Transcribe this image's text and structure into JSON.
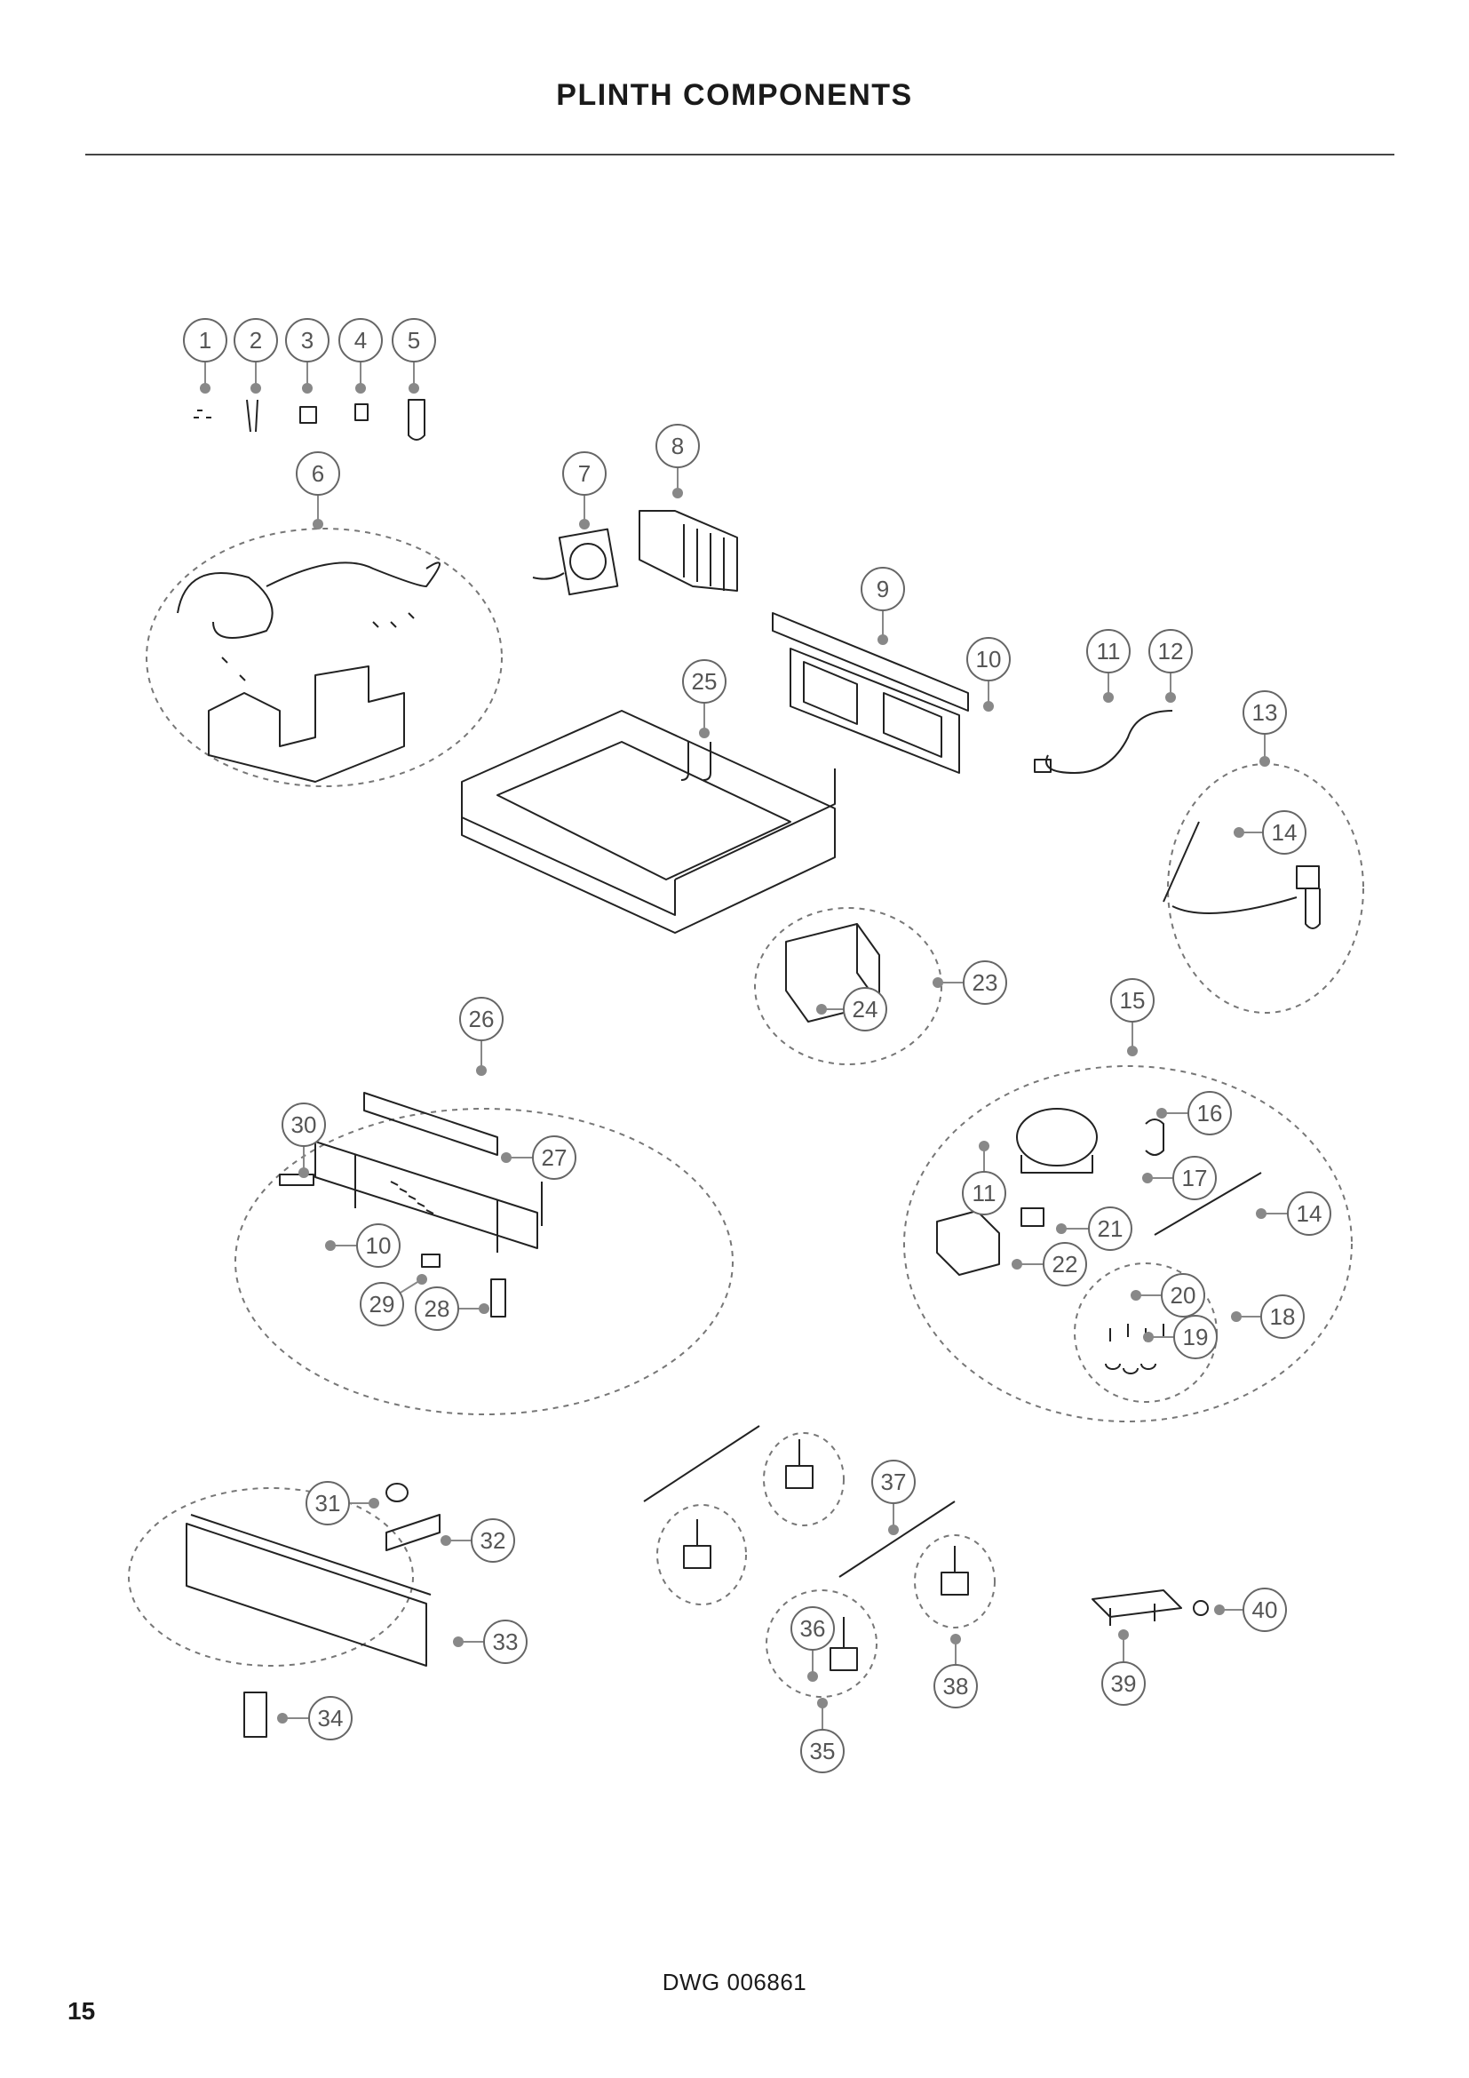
{
  "header": {
    "title": "PLINTH COMPONENTS"
  },
  "footer": {
    "drawing_number": "DWG 006861",
    "page_number": "15"
  },
  "callouts": [
    {
      "label": "1"
    },
    {
      "label": "2"
    },
    {
      "label": "3"
    },
    {
      "label": "4"
    },
    {
      "label": "5"
    },
    {
      "label": "6"
    },
    {
      "label": "7"
    },
    {
      "label": "8"
    },
    {
      "label": "9"
    },
    {
      "label": "10"
    },
    {
      "label": "11"
    },
    {
      "label": "12"
    },
    {
      "label": "13"
    },
    {
      "label": "14"
    },
    {
      "label": "25"
    },
    {
      "label": "23"
    },
    {
      "label": "24"
    },
    {
      "label": "26"
    },
    {
      "label": "15"
    },
    {
      "label": "30"
    },
    {
      "label": "27"
    },
    {
      "label": "16"
    },
    {
      "label": "17"
    },
    {
      "label": "11"
    },
    {
      "label": "14"
    },
    {
      "label": "21"
    },
    {
      "label": "10"
    },
    {
      "label": "22"
    },
    {
      "label": "20"
    },
    {
      "label": "18"
    },
    {
      "label": "19"
    },
    {
      "label": "29"
    },
    {
      "label": "28"
    },
    {
      "label": "37"
    },
    {
      "label": "31"
    },
    {
      "label": "32"
    },
    {
      "label": "33"
    },
    {
      "label": "36"
    },
    {
      "label": "38"
    },
    {
      "label": "40"
    },
    {
      "label": "39"
    },
    {
      "label": "35"
    },
    {
      "label": "34"
    }
  ]
}
